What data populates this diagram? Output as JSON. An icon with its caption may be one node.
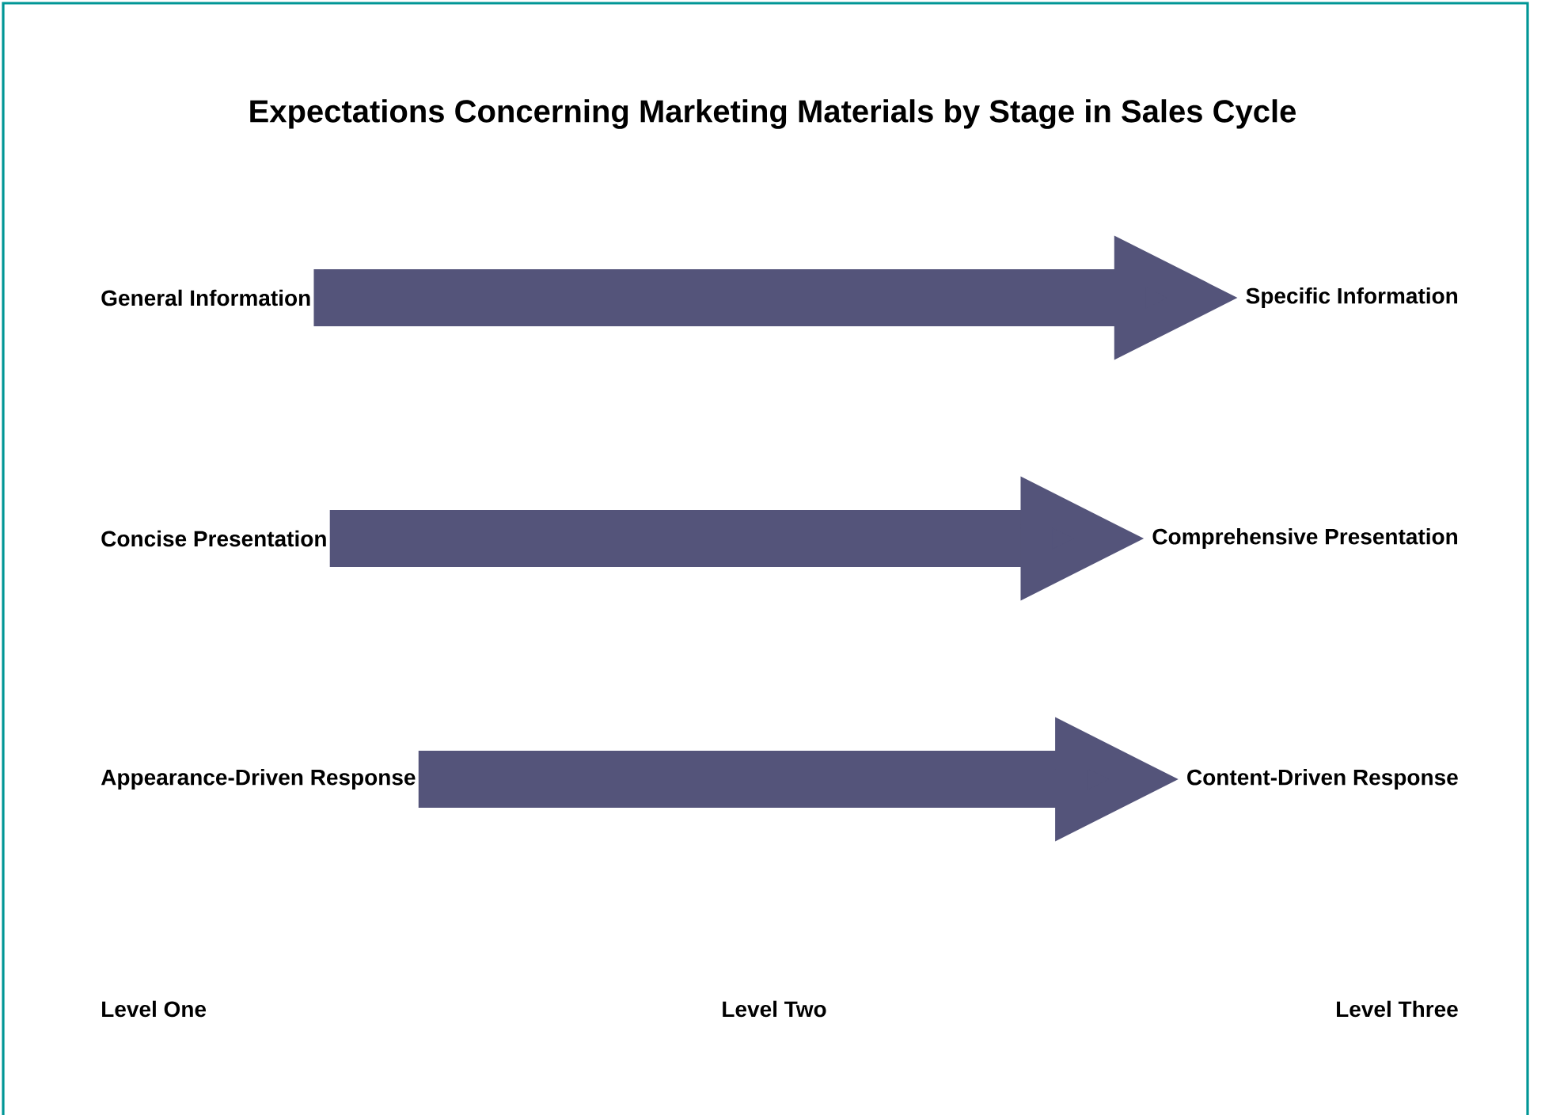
{
  "diagram": {
    "title": "Expectations Concerning Marketing Materials by Stage in Sales Cycle",
    "nodes": [
      {
        "text": [
          "General Information"
        ]
      },
      {
        "text": [
          "Specific Information"
        ]
      },
      {
        "text": [
          "Concise Presentation"
        ]
      },
      {
        "text": [
          "Comprehensive Presentation"
        ]
      },
      {
        "text": [
          "Appearance-Driven Response"
        ]
      },
      {
        "text": [
          "Content-Driven Response"
        ]
      }
    ],
    "edges": [
      {
        "from": 0,
        "to": 1,
        "arrow": "to"
      },
      {
        "from": 2,
        "to": 3,
        "arrow": "to"
      },
      {
        "from": 4,
        "to": 5,
        "arrow": "to"
      }
    ],
    "labels": [
      "Level One",
      "Level Two",
      "Level Three"
    ]
  }
}
